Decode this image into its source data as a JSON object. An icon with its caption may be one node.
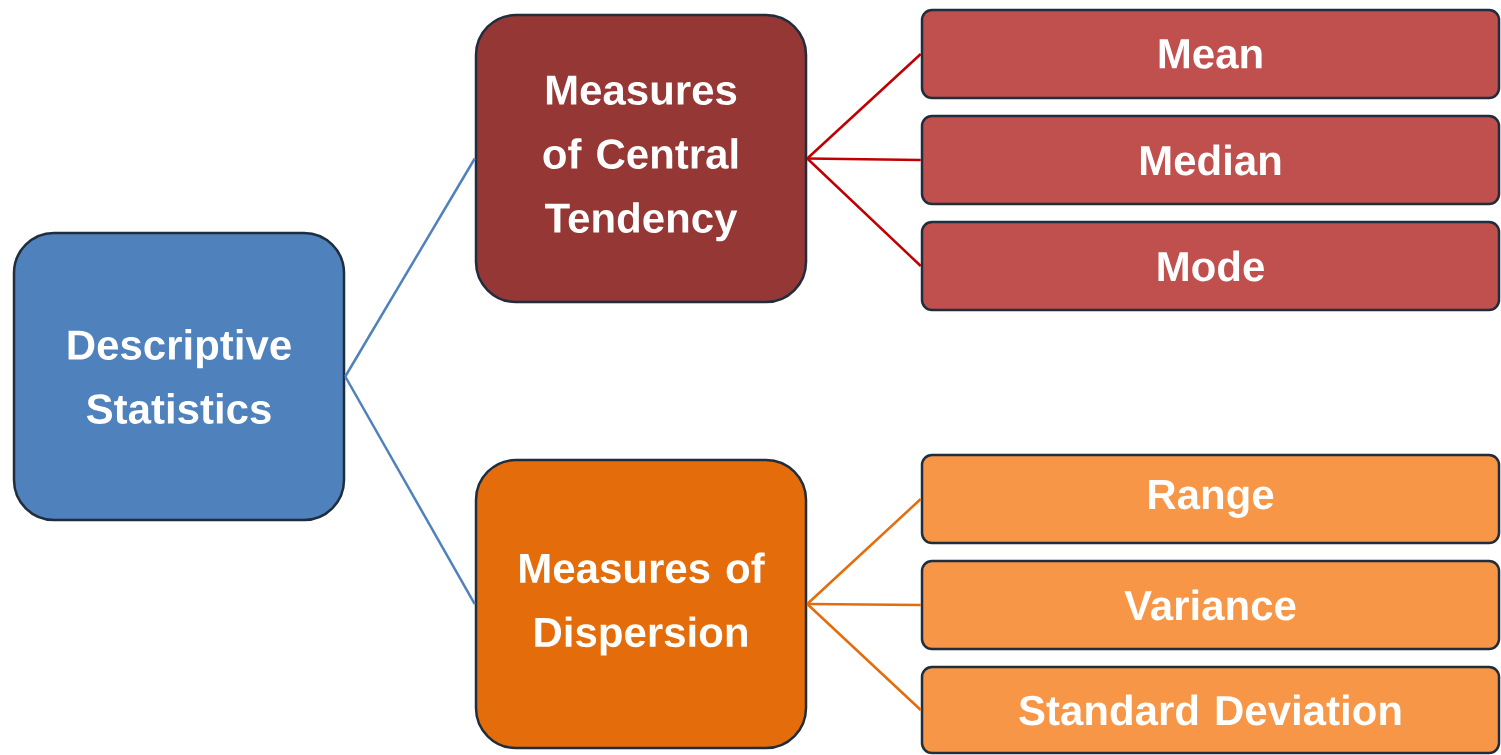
{
  "diagram": {
    "nodes": [
      {
        "text": [
          "Descriptive Statistics"
        ]
      },
      {
        "text": [
          "Measures of Central Tendency"
        ]
      },
      {
        "text": [
          "Mean"
        ]
      },
      {
        "text": [
          "Median"
        ]
      },
      {
        "text": [
          "Mode"
        ]
      },
      {
        "text": [
          "Measures of Dispersion"
        ]
      },
      {
        "text": [
          "Range"
        ]
      },
      {
        "text": [
          "Variance"
        ]
      },
      {
        "text": [
          "Standard Deviation"
        ]
      }
    ],
    "edges": [
      {
        "from": 0,
        "to": 1,
        "arrow": "none",
        "color": "#4f81bd"
      },
      {
        "from": 0,
        "to": 5,
        "arrow": "none",
        "color": "#4f81bd"
      },
      {
        "from": 1,
        "to": 2,
        "arrow": "none",
        "color": "#c00000"
      },
      {
        "from": 1,
        "to": 3,
        "arrow": "none",
        "color": "#c00000"
      },
      {
        "from": 1,
        "to": 4,
        "arrow": "none",
        "color": "#c00000"
      },
      {
        "from": 5,
        "to": 6,
        "arrow": "none",
        "color": "#e46c0a"
      },
      {
        "from": 5,
        "to": 7,
        "arrow": "none",
        "color": "#e46c0a"
      },
      {
        "from": 5,
        "to": 8,
        "arrow": "none",
        "color": "#e46c0a"
      }
    ]
  }
}
